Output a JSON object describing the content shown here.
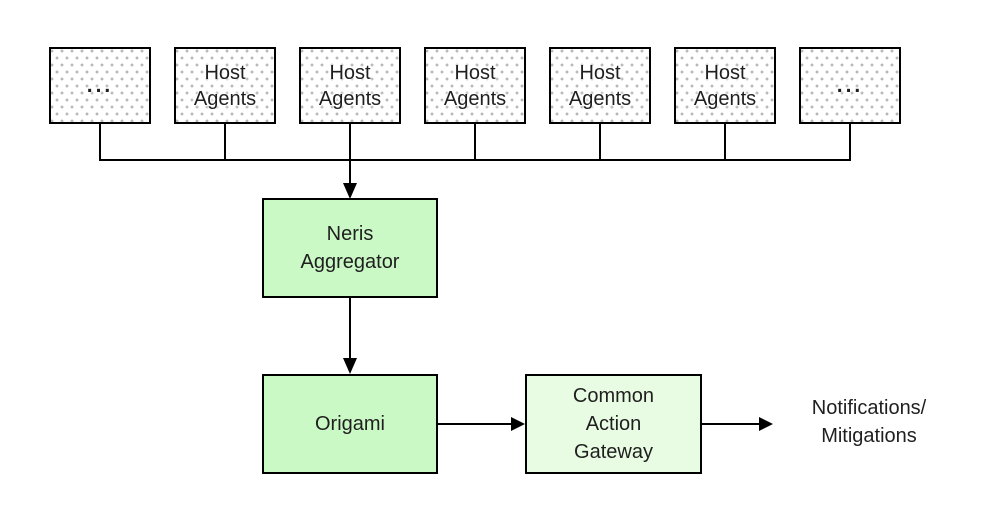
{
  "colors": {
    "node_fill": "#cbf9c6",
    "node_fill_light": "#e8fce4",
    "dot_color": "#b9b9b9",
    "line_color": "#000000",
    "text_color": "#1f1f1f"
  },
  "top_row": {
    "boxes": [
      {
        "label": "..."
      },
      {
        "label": "Host Agents"
      },
      {
        "label": "Host Agents"
      },
      {
        "label": "Host Agents"
      },
      {
        "label": "Host Agents"
      },
      {
        "label": "Host Agents"
      },
      {
        "label": "..."
      }
    ]
  },
  "nodes": {
    "neris": {
      "label": "Neris Aggregator"
    },
    "origami": {
      "label": "Origami"
    },
    "gateway": {
      "label": "Common Action Gateway"
    }
  },
  "output": {
    "line1": "Notifications/",
    "line2": "Mitigations"
  }
}
